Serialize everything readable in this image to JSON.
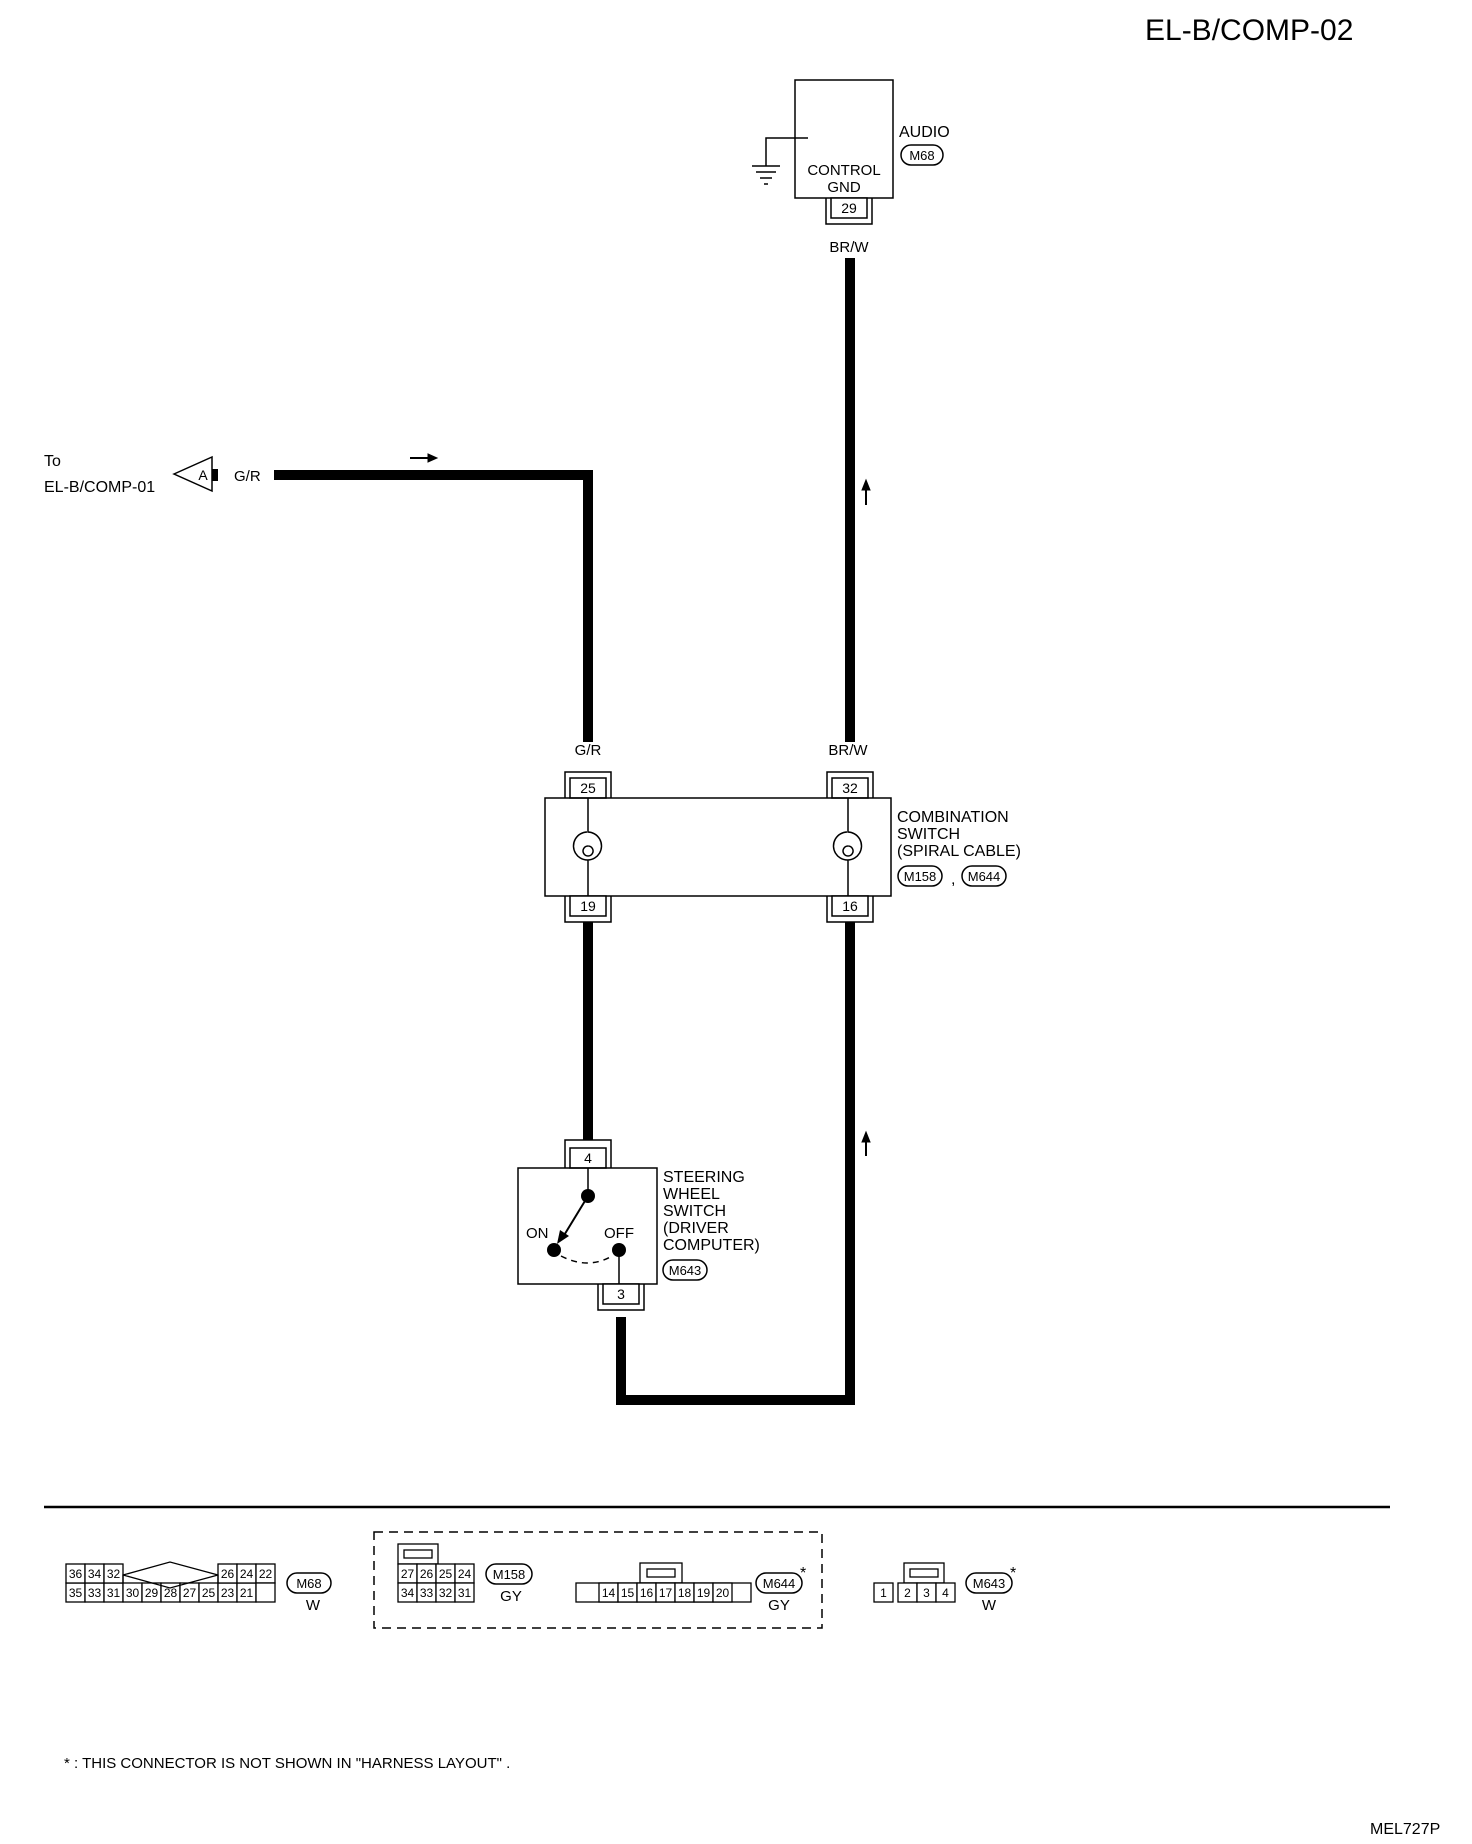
{
  "page": {
    "title": "EL-B/COMP-02",
    "diagram_code": "MEL727P",
    "footnote": "* : THIS CONNECTOR IS NOT SHOWN IN \"HARNESS LAYOUT\" ."
  },
  "audio": {
    "name": "AUDIO",
    "connector": "M68",
    "terminal_label_1": "CONTROL",
    "terminal_label_2": "GND",
    "terminal": "29",
    "wire_color": "BR/W"
  },
  "offpage": {
    "to_label": "To",
    "ref": "EL-B/COMP-01",
    "letter": "A",
    "wire_color": "G/R"
  },
  "combination_switch": {
    "line1": "COMBINATION",
    "line2": "SWITCH",
    "line3": "(SPIRAL CABLE)",
    "connector_1": "M158",
    "separator": ",",
    "connector_2": "M644",
    "top_left_wire": "G/R",
    "top_right_wire": "BR/W",
    "terminals": {
      "top_left": "25",
      "top_right": "32",
      "bottom_left": "19",
      "bottom_right": "16"
    }
  },
  "steering_switch": {
    "line1": "STEERING",
    "line2": "WHEEL",
    "line3": "SWITCH",
    "line4": "(DRIVER",
    "line5": "COMPUTER)",
    "connector": "M643",
    "on_label": "ON",
    "off_label": "OFF",
    "terminal_top": "4",
    "terminal_bottom": "3"
  },
  "connector_views": {
    "m68": {
      "id": "M68",
      "color": "W",
      "top_left": [
        "36",
        "34",
        "32"
      ],
      "top_right": [
        "26",
        "24",
        "22"
      ],
      "bottom": [
        "35",
        "33",
        "31",
        "30",
        "29",
        "28",
        "27",
        "25",
        "23",
        "21"
      ]
    },
    "m158": {
      "id": "M158",
      "color": "GY",
      "top": [
        "27",
        "26",
        "25",
        "24"
      ],
      "bottom": [
        "34",
        "33",
        "32",
        "31"
      ]
    },
    "m644": {
      "id": "M644",
      "color": "GY",
      "asterisk": "*",
      "pins": [
        "14",
        "15",
        "16",
        "17",
        "18",
        "19",
        "20"
      ]
    },
    "m643": {
      "id": "M643",
      "color": "W",
      "asterisk": "*",
      "pins": [
        "1",
        "2",
        "3",
        "4"
      ]
    }
  }
}
